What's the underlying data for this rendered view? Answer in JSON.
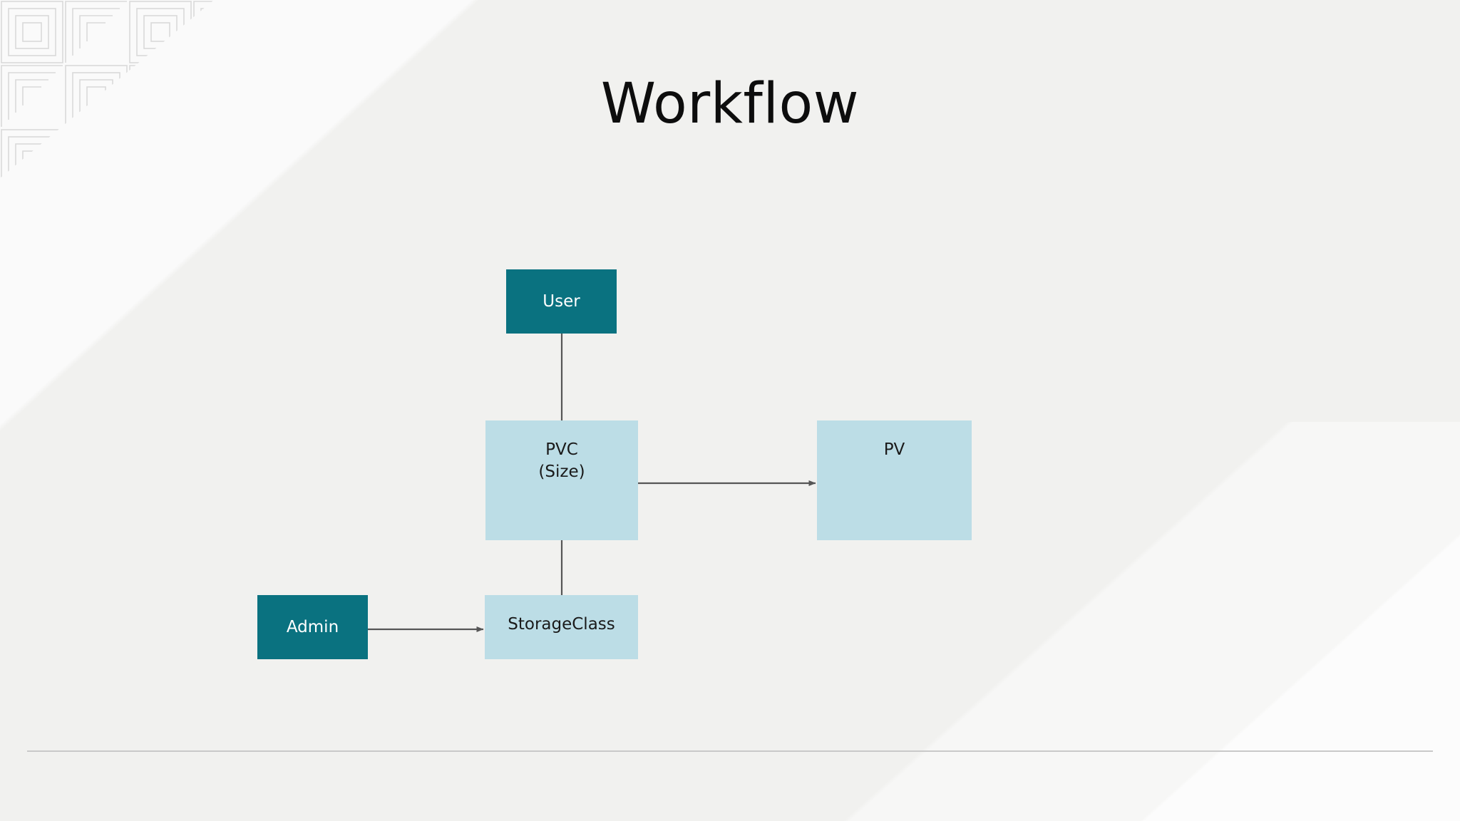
{
  "slide": {
    "title": "Workflow",
    "background_color": "#f1f1ef",
    "accent_dark": "#0a7280",
    "accent_light": "#bcdde6",
    "connector_color": "#565656",
    "footer_rule_color": "#c9c9c9"
  },
  "diagram": {
    "type": "flowchart",
    "nodes": [
      {
        "id": "user",
        "label": "User",
        "style": "dark",
        "text_color": "#ffffff",
        "fill": "#0a7280"
      },
      {
        "id": "pvc",
        "label": "PVC\n(Size)",
        "style": "light",
        "text_color": "#1a1a1a",
        "fill": "#bcdde6"
      },
      {
        "id": "pv",
        "label": "PV",
        "style": "light",
        "text_color": "#1a1a1a",
        "fill": "#bcdde6"
      },
      {
        "id": "storageclass",
        "label": "StorageClass",
        "style": "light",
        "text_color": "#1a1a1a",
        "fill": "#bcdde6"
      },
      {
        "id": "admin",
        "label": "Admin",
        "style": "dark",
        "text_color": "#ffffff",
        "fill": "#0a7280"
      }
    ],
    "edges": [
      {
        "from": "user",
        "to": "pvc",
        "arrow": false,
        "direction": "vertical"
      },
      {
        "from": "pvc",
        "to": "pv",
        "arrow": true,
        "direction": "horizontal"
      },
      {
        "from": "pvc",
        "to": "storageclass",
        "arrow": false,
        "direction": "vertical"
      },
      {
        "from": "admin",
        "to": "storageclass",
        "arrow": true,
        "direction": "horizontal"
      }
    ]
  }
}
